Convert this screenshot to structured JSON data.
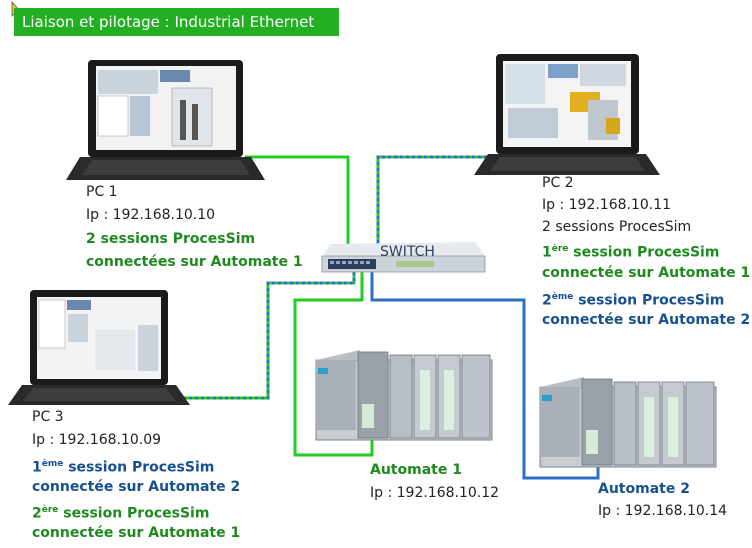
{
  "title": "Liaison et pilotage : Industrial Ethernet",
  "switch_label": "SWITCH",
  "pc1": {
    "name": "PC 1",
    "ip": "Ip  : 192.168.10.10",
    "session_line1": "2 sessions ProcesSim",
    "session_line2": "connectées sur Automate 1"
  },
  "pc2": {
    "name": "PC 2",
    "ip": "Ip  : 192.168.10.11",
    "sessions": "2 sessions ProcesSim",
    "s1_num": "1",
    "s1_sup": "ère",
    "s1_text": " session ProcesSim",
    "s1_line2": "connectée sur Automate 1",
    "s2_num": "2",
    "s2_sup": "ème",
    "s2_text": " session ProcesSim",
    "s2_line2": "connectée sur Automate 2"
  },
  "pc3": {
    "name": "PC 3",
    "ip": "Ip  : 192.168.10.09",
    "s1_num": "1",
    "s1_sup": "ème",
    "s1_text": " session ProcesSim",
    "s1_line2": "connectée sur Automate 2",
    "s2_num": "2",
    "s2_sup": "ère",
    "s2_text": " session ProcesSim",
    "s2_line2": "connectée sur Automate 1"
  },
  "automate1": {
    "name": "Automate 1",
    "ip": "Ip  : 192.168.10.12"
  },
  "automate2": {
    "name": "Automate 2",
    "ip": "Ip  : 192.168.10.14"
  },
  "colors": {
    "title_bg": "#22b022",
    "green_link": "#22cc22",
    "blue_link": "#2b6fc4",
    "green_text": "#1e8a1e",
    "blue_text": "#17508e"
  }
}
